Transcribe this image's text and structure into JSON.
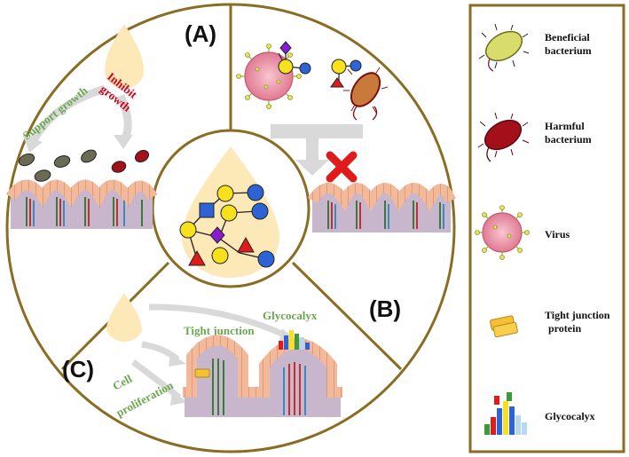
{
  "panels": {
    "a": "(A)",
    "b": "(B)",
    "c": "(C)"
  },
  "labels": {
    "support_growth": "Support growth",
    "inhibit_line1": "Inhibit",
    "inhibit_line2": "growth",
    "glycocalyx": "Glycocalyx",
    "tight_junction_line1": "Tight junction",
    "tight_junction_line2": "protein",
    "cell_line1": "Cell",
    "cell_line2": "proliferation"
  },
  "legend": {
    "beneficial_line1": "Beneficial",
    "beneficial_line2": "bacterium",
    "harmful_line1": "Harmful",
    "harmful_line2": "bacterium",
    "virus": "Virus",
    "tight_line1": "Tight junction",
    "tight_line2": "protein",
    "glycocalyx": "Glycocalyx"
  },
  "colors": {
    "frame": "#8a6d23",
    "drop": "#fde8b8",
    "support": "#6aa84f",
    "inhibit": "#d0021b",
    "beneficial": "#d8dc6a",
    "harmful": "#a3101a",
    "virus": "#f3a6b4",
    "galactose": "#f7e11c",
    "glcnac": "#2e63d6",
    "fucose": "#e11b1b",
    "sialic": "#8a1bd1",
    "tissue": "#c7b6cc"
  }
}
